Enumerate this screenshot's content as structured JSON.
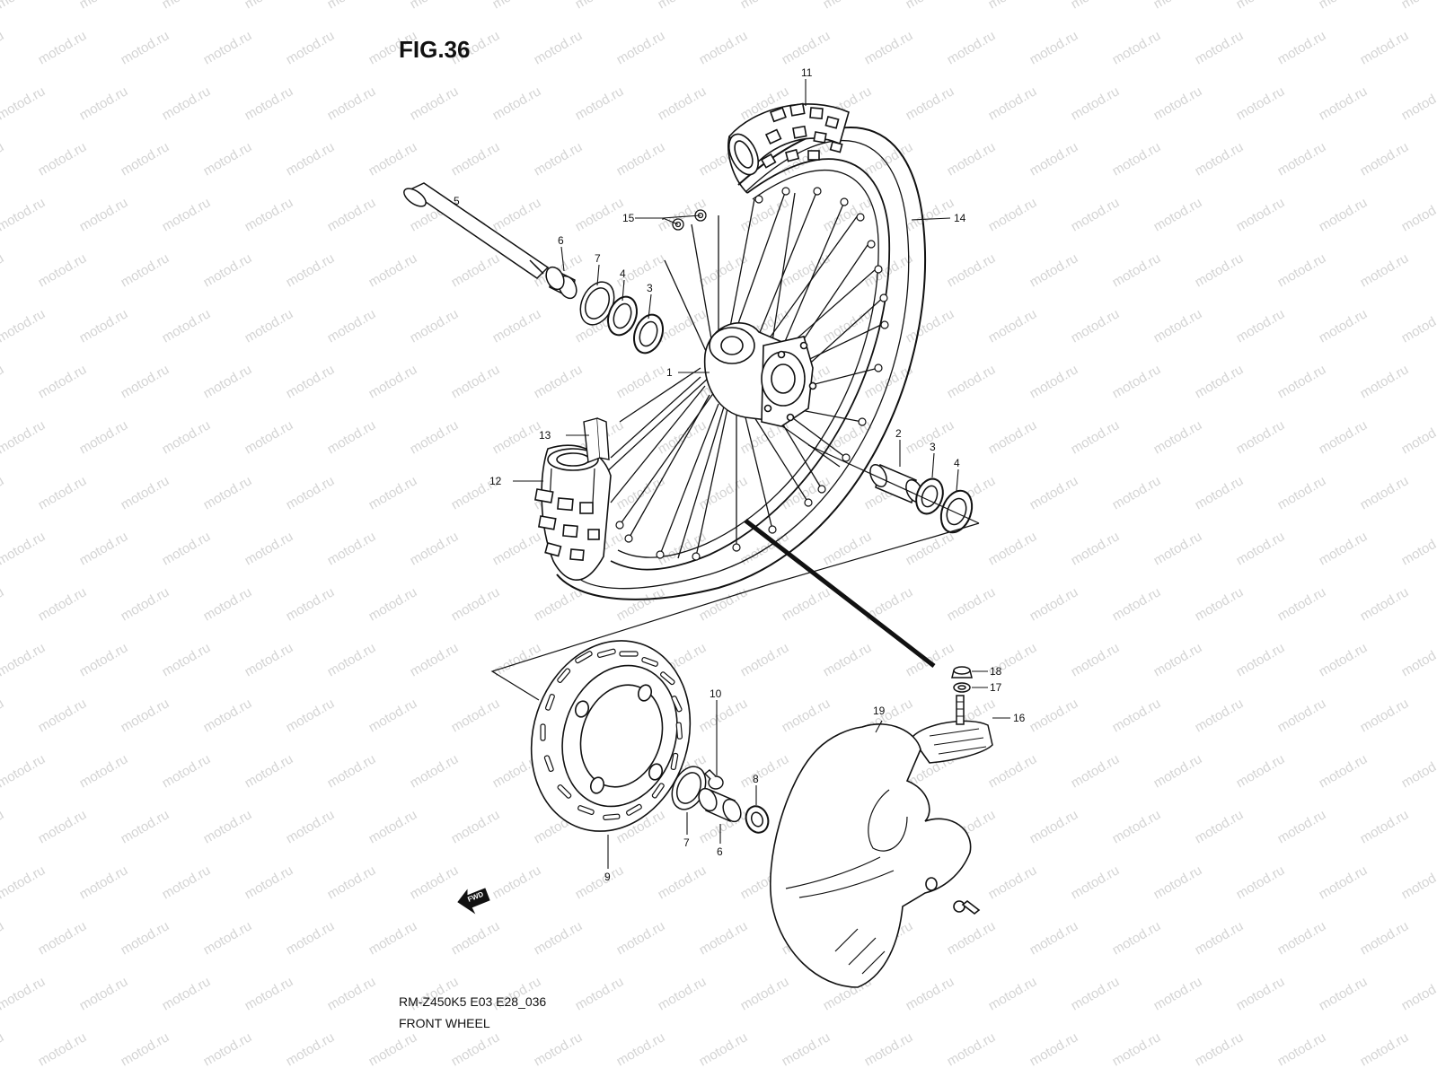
{
  "figure": {
    "title": "FIG.36",
    "model_code": "RM-Z450K5 E03 E28_036",
    "name": "FRONT WHEEL"
  },
  "watermark": {
    "text": "motod.ru",
    "color": "#d4d4d4"
  },
  "direction_marker": {
    "text": "FWD",
    "icon": "arrow-left-icon"
  },
  "callouts": [
    {
      "id": "11",
      "label": "11"
    },
    {
      "id": "5",
      "label": "5"
    },
    {
      "id": "6a",
      "label": "6"
    },
    {
      "id": "7a",
      "label": "7"
    },
    {
      "id": "4a",
      "label": "4"
    },
    {
      "id": "3a",
      "label": "3"
    },
    {
      "id": "15",
      "label": "15"
    },
    {
      "id": "14",
      "label": "14"
    },
    {
      "id": "1",
      "label": "1"
    },
    {
      "id": "13",
      "label": "13"
    },
    {
      "id": "12",
      "label": "12"
    },
    {
      "id": "2",
      "label": "2"
    },
    {
      "id": "3b",
      "label": "3"
    },
    {
      "id": "4b",
      "label": "4"
    },
    {
      "id": "18",
      "label": "18"
    },
    {
      "id": "17",
      "label": "17"
    },
    {
      "id": "16",
      "label": "16"
    },
    {
      "id": "10",
      "label": "10"
    },
    {
      "id": "19",
      "label": "19"
    },
    {
      "id": "8",
      "label": "8"
    },
    {
      "id": "7b",
      "label": "7"
    },
    {
      "id": "6b",
      "label": "6"
    },
    {
      "id": "9",
      "label": "9"
    }
  ]
}
